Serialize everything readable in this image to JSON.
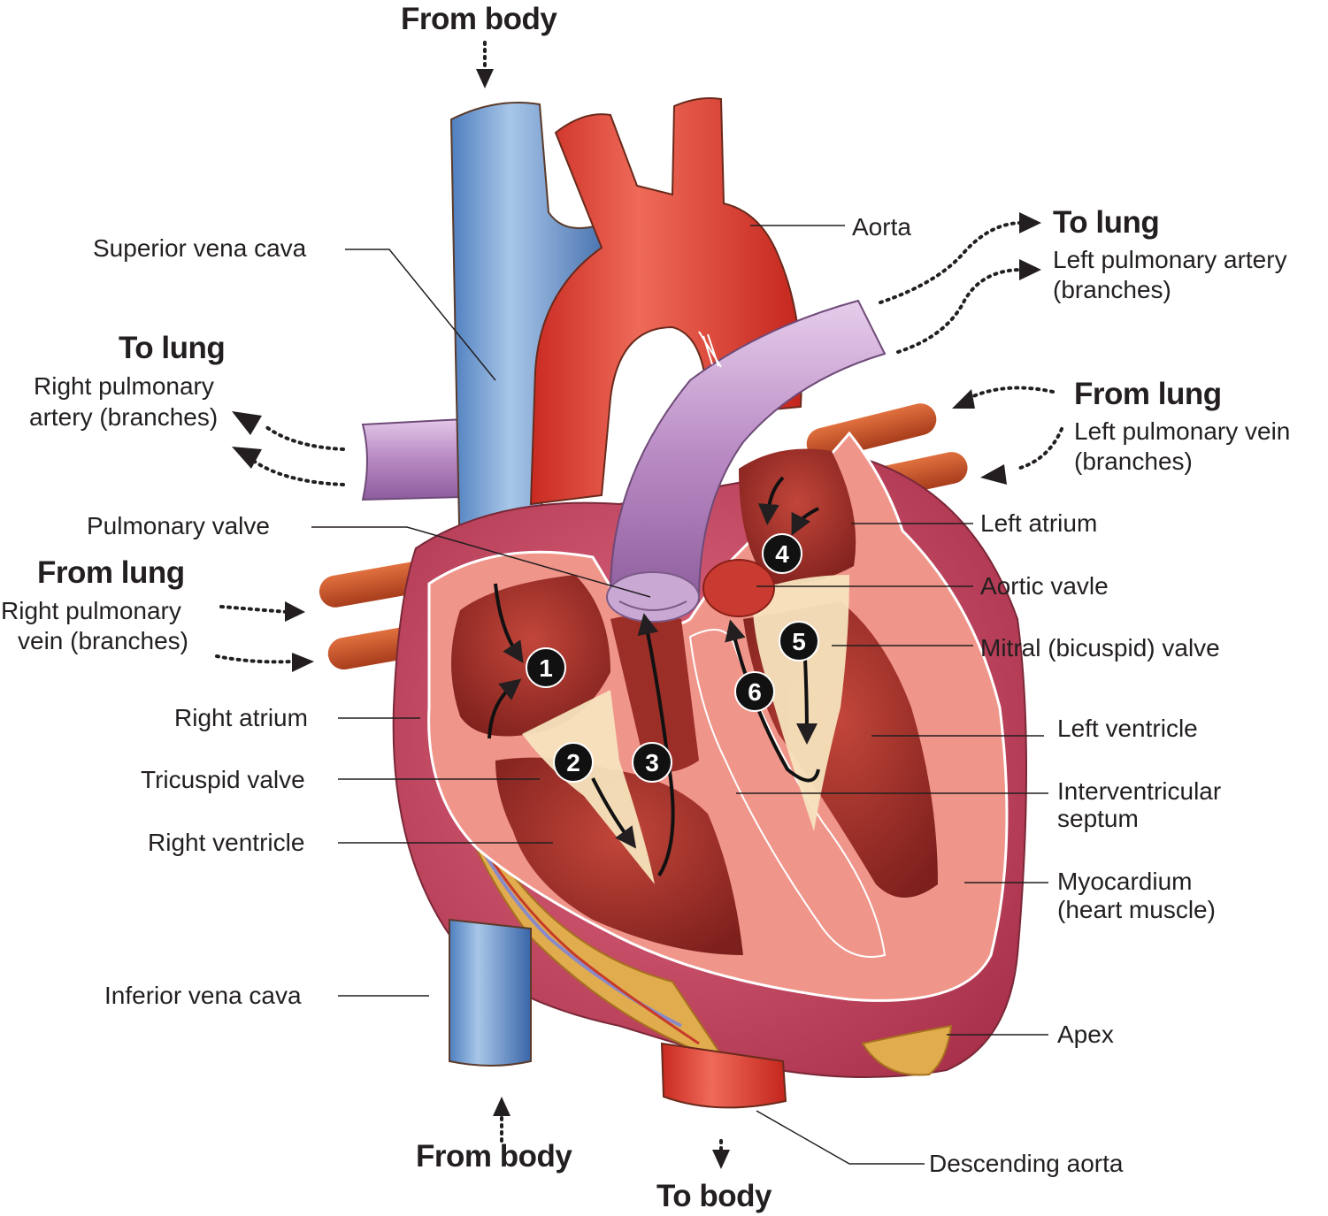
{
  "headings": {
    "top_from_body": "From body",
    "left_to_lung": "To lung",
    "left_from_lung": "From lung",
    "right_to_lung": "To lung",
    "right_from_lung": "From lung",
    "bottom_from_body": "From body",
    "bottom_to_body": "To body"
  },
  "labels_left": {
    "superior_vena_cava": "Superior vena cava",
    "right_pulmonary_artery_1": "Right pulmonary",
    "right_pulmonary_artery_2": "artery (branches)",
    "pulmonary_valve": "Pulmonary valve",
    "right_pulmonary_vein_1": "Right pulmonary",
    "right_pulmonary_vein_2": "vein (branches)",
    "right_atrium": "Right atrium",
    "tricuspid_valve": "Tricuspid valve",
    "right_ventricle": "Right ventricle",
    "inferior_vena_cava": "Inferior vena cava"
  },
  "labels_right": {
    "aorta": "Aorta",
    "left_pulmonary_artery_1": "Left pulmonary artery",
    "left_pulmonary_artery_2": "(branches)",
    "left_pulmonary_vein_1": "Left pulmonary vein",
    "left_pulmonary_vein_2": "(branches)",
    "left_atrium": "Left atrium",
    "aortic_valve": "Aortic vavle",
    "mitral_valve": "Mitral (bicuspid) valve",
    "left_ventricle": "Left ventricle",
    "interventricular_septum_1": "Interventricular",
    "interventricular_septum_2": "septum",
    "myocardium_1": "Myocardium",
    "myocardium_2": "(heart muscle)",
    "apex": "Apex",
    "descending_aorta": "Descending aorta"
  },
  "flow_steps": [
    "1",
    "2",
    "3",
    "4",
    "5",
    "6"
  ],
  "colors": {
    "deoxygenated_vessel": "#5b8fcb",
    "oxygenated_vessel": "#e03a2e",
    "pulmonary_artery": "#b98bc4",
    "pulmonary_vein": "#c8502a",
    "myocardium": "#f0958a",
    "chamber": "#a9322c",
    "valve_tissue": "#f6e3bd",
    "fat": "#e0ac4e",
    "outer_heart": "#c7405a",
    "text": "#231f20"
  }
}
